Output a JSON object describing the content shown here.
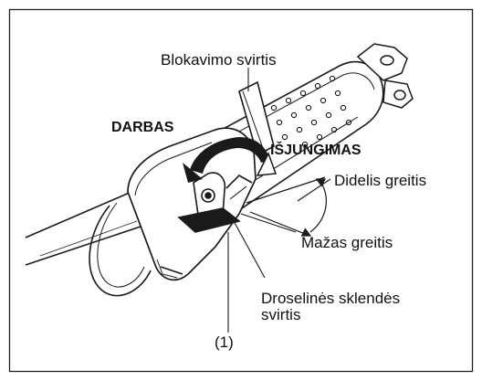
{
  "labels": {
    "lock_lever": "Blokavimo svirtis",
    "work": "DARBAS",
    "off": "IŠJUNGIMAS",
    "high_speed": "Didelis greitis",
    "low_speed": "Mažas greitis",
    "throttle_lever_line1": "Droselinės sklendės",
    "throttle_lever_line2": "svirtis",
    "callout_1": "(1)"
  },
  "colors": {
    "stroke": "#1a1a1a",
    "frame": "#222222",
    "grip_fill": "#ffffff",
    "housing_fill": "#ffffff",
    "arrow_fill": "#1a1a1a"
  }
}
